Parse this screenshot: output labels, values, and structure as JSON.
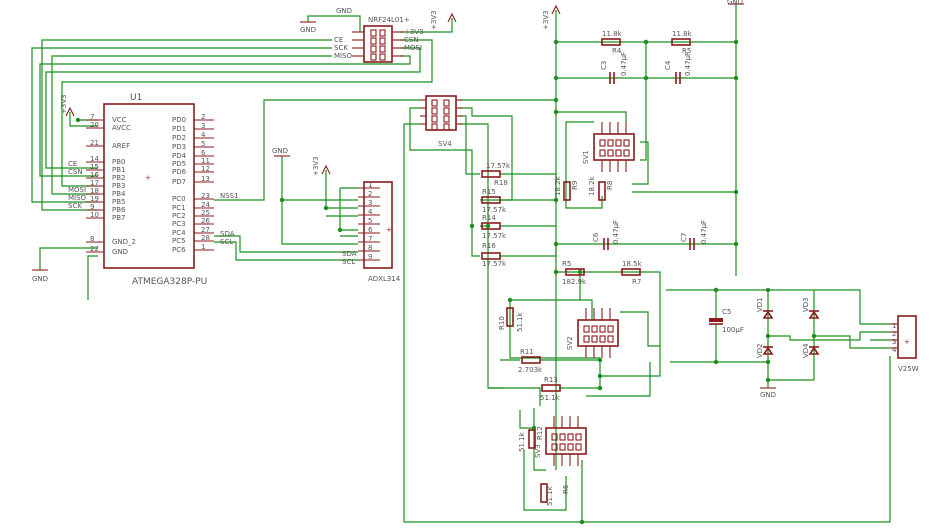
{
  "supply": [
    "GND",
    "+3V3"
  ],
  "nrf": {
    "name": "NRF24L01+",
    "pins": [
      "CE",
      "SCK",
      "MISO",
      "+3V3",
      "CSN",
      "MOSI"
    ]
  },
  "u1": {
    "ref": "U1",
    "value": "ATMEGA328P-PU",
    "left_pins": [
      {
        "num": "7",
        "name": "VCC"
      },
      {
        "num": "20",
        "name": "AVCC"
      },
      {
        "num": "21",
        "name": "AREF"
      },
      {
        "num": "14",
        "name": "PB0"
      },
      {
        "num": "15",
        "name": "PB1"
      },
      {
        "num": "16",
        "name": "PB2"
      },
      {
        "num": "17",
        "name": "PB3"
      },
      {
        "num": "18",
        "name": "PB4"
      },
      {
        "num": "19",
        "name": "PB5"
      },
      {
        "num": "9",
        "name": "PB6"
      },
      {
        "num": "10",
        "name": "PB7"
      },
      {
        "num": "8",
        "name": "GND_2"
      },
      {
        "num": "22",
        "name": "GND"
      }
    ],
    "right_pins": [
      {
        "num": "2",
        "name": "PD0"
      },
      {
        "num": "3",
        "name": "PD1"
      },
      {
        "num": "4",
        "name": "PD2"
      },
      {
        "num": "5",
        "name": "PD3"
      },
      {
        "num": "6",
        "name": "PD4"
      },
      {
        "num": "11",
        "name": "PD5"
      },
      {
        "num": "12",
        "name": "PD6"
      },
      {
        "num": "13",
        "name": "PD7"
      },
      {
        "num": "23",
        "name": "PC0"
      },
      {
        "num": "24",
        "name": "PC1"
      },
      {
        "num": "25",
        "name": "PC2"
      },
      {
        "num": "26",
        "name": "PC3"
      },
      {
        "num": "27",
        "name": "PC4"
      },
      {
        "num": "28",
        "name": "PC5"
      },
      {
        "num": "1",
        "name": "PC6"
      }
    ],
    "net_labels": [
      "CE",
      "CSN",
      "MOSI",
      "MISO",
      "SCK",
      "NSS1",
      "SDA",
      "SCL"
    ]
  },
  "adxl": {
    "name": "ADXL314",
    "pins": [
      "1",
      "2",
      "3",
      "4",
      "5",
      "6",
      "7",
      "8",
      "9"
    ],
    "nets": [
      "SDA",
      "SCL"
    ]
  },
  "sv": [
    "SV1",
    "SV2",
    "SV3",
    "SV4"
  ],
  "resistors": [
    {
      "ref": "R4",
      "value": "11.8k"
    },
    {
      "ref": "R5",
      "value": "11.8k"
    },
    {
      "ref": "R8",
      "value": "18.2k"
    },
    {
      "ref": "R9",
      "value": "18.2k"
    },
    {
      "ref": "R18",
      "value": "17.57k"
    },
    {
      "ref": "R15",
      "value": "17.57k"
    },
    {
      "ref": "R14",
      "value": "17.57k"
    },
    {
      "ref": "R16",
      "value": "17.57k"
    },
    {
      "ref": "R5b",
      "value": "182.9k"
    },
    {
      "ref": "R7",
      "value": "18.5k"
    },
    {
      "ref": "R10",
      "value": "51.1k"
    },
    {
      "ref": "R11",
      "value": "2.703k"
    },
    {
      "ref": "R13",
      "value": "51.1k"
    },
    {
      "ref": "R12",
      "value": "51.1k"
    },
    {
      "ref": "R6",
      "value": "51.1k"
    }
  ],
  "res_labels": {
    "R4": "R4",
    "R5": "R5",
    "R8": "R8",
    "R9": "R9",
    "R18": "R18",
    "R15": "R15",
    "R14": "R14",
    "R16": "R16",
    "R5b": "R5",
    "R7": "R7",
    "R10": "R10",
    "R11": "R11",
    "R13": "R13",
    "R12": "R12",
    "R6": "R6"
  },
  "capacitors": [
    {
      "ref": "C3",
      "value": "0.47µF"
    },
    {
      "ref": "C4",
      "value": "0.47µF"
    },
    {
      "ref": "C6",
      "value": "0.47µF"
    },
    {
      "ref": "C7",
      "value": "0.47µF"
    },
    {
      "ref": "C5",
      "value": "100µF"
    }
  ],
  "diodes": [
    "VD1",
    "VD2",
    "VD3",
    "VD4"
  ],
  "connector": {
    "name": "V25W",
    "pins": [
      "1",
      "2",
      "3",
      "4"
    ]
  }
}
